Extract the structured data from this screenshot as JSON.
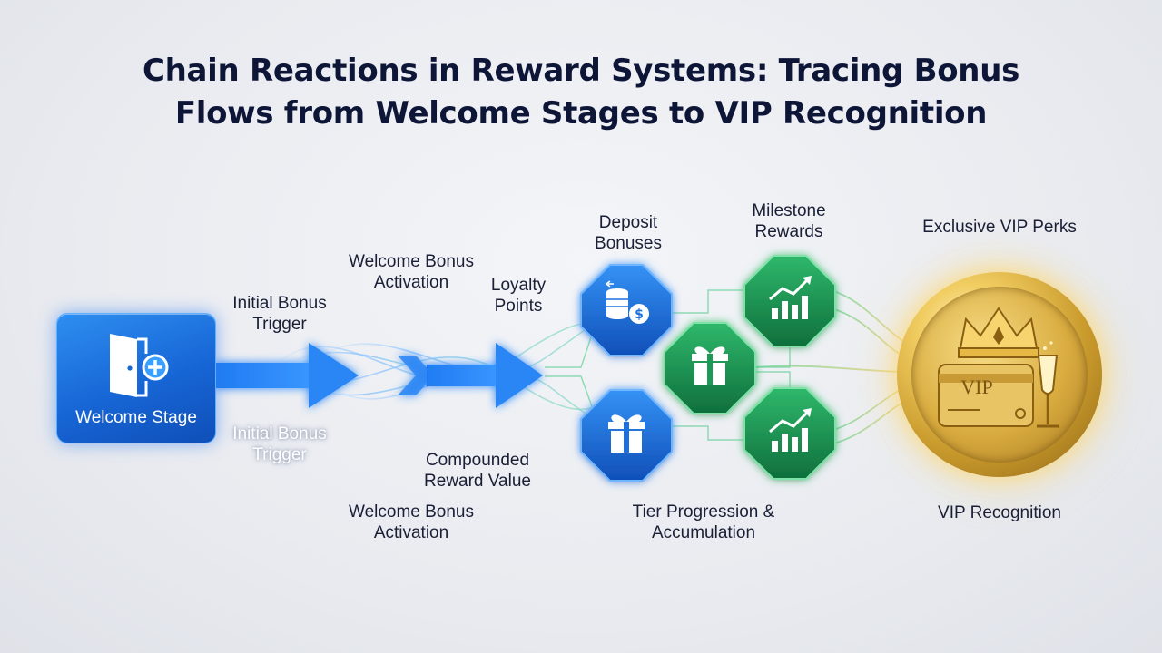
{
  "title": {
    "line1": "Chain Reactions in Reward Systems: Tracing Bonus",
    "line2": "Flows from Welcome Stages to VIP Recognition"
  },
  "nodes": {
    "welcome_stage": "Welcome Stage",
    "vip_card_text": "VIP"
  },
  "labels": {
    "initial_trigger_top": [
      "Initial Bonus",
      "Trigger"
    ],
    "initial_trigger_bottom": [
      "Initial Bonus",
      "Trigger"
    ],
    "welcome_activation_top": [
      "Welcome Bonus",
      "Activation"
    ],
    "welcome_activation_bottom": [
      "Welcome Bonus",
      "Activation"
    ],
    "loyalty_points": [
      "Loyalty",
      "Points"
    ],
    "compounded_value": [
      "Compounded",
      "Reward Value"
    ],
    "deposit_bonuses": [
      "Deposit",
      "Bonuses"
    ],
    "milestone_rewards": [
      "Milestone",
      "Rewards"
    ],
    "tier_progression": [
      "Tier Progression &",
      "Accumulation"
    ],
    "exclusive_perks": [
      "Exclusive VIP Perks"
    ],
    "vip_recognition": [
      "VIP Recognition"
    ]
  },
  "icons": {
    "welcome": "door-plus-icon",
    "deposit": "coins-dollar-icon",
    "gift_center": "gift-icon",
    "gift_bottom": "gift-icon",
    "milestone_top": "growth-chart-icon",
    "milestone_bottom": "growth-chart-icon",
    "vip": "crown-card-champagne-icon"
  },
  "colors": {
    "blue_node": "#1a6fe0",
    "green_node": "#1c9a55",
    "gold_medal": "#d4a63a",
    "title": "#0e1638"
  }
}
